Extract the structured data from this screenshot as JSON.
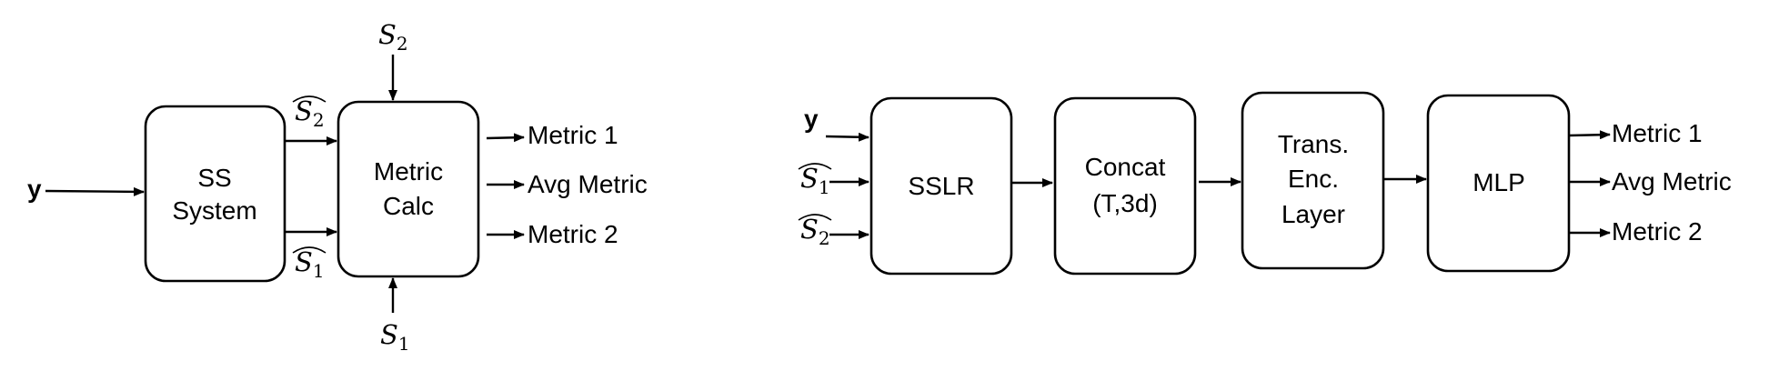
{
  "left_diagram": {
    "input_y": "y",
    "ss_system": {
      "line1": "SS",
      "line2": "System"
    },
    "metric_calc": {
      "line1": "Metric",
      "line2": "Calc"
    },
    "s2_top": {
      "base": "S",
      "sub": "2"
    },
    "s1_bottom": {
      "base": "S",
      "sub": "1"
    },
    "s2_hat": {
      "base": "S",
      "sub": "2"
    },
    "s1_hat": {
      "base": "S",
      "sub": "1"
    },
    "outputs": [
      "Metric 1",
      "Avg Metric",
      "Metric 2"
    ]
  },
  "right_diagram": {
    "input_y": "y",
    "s1_hat": {
      "base": "S",
      "sub": "1"
    },
    "s2_hat": {
      "base": "S",
      "sub": "2"
    },
    "sslr": "SSLR",
    "concat": {
      "line1": "Concat",
      "line2": "(T,3d)"
    },
    "trans": {
      "line1": "Trans.",
      "line2": "Enc.",
      "line3": "Layer"
    },
    "mlp": "MLP",
    "outputs": [
      "Metric 1",
      "Avg Metric",
      "Metric 2"
    ]
  }
}
